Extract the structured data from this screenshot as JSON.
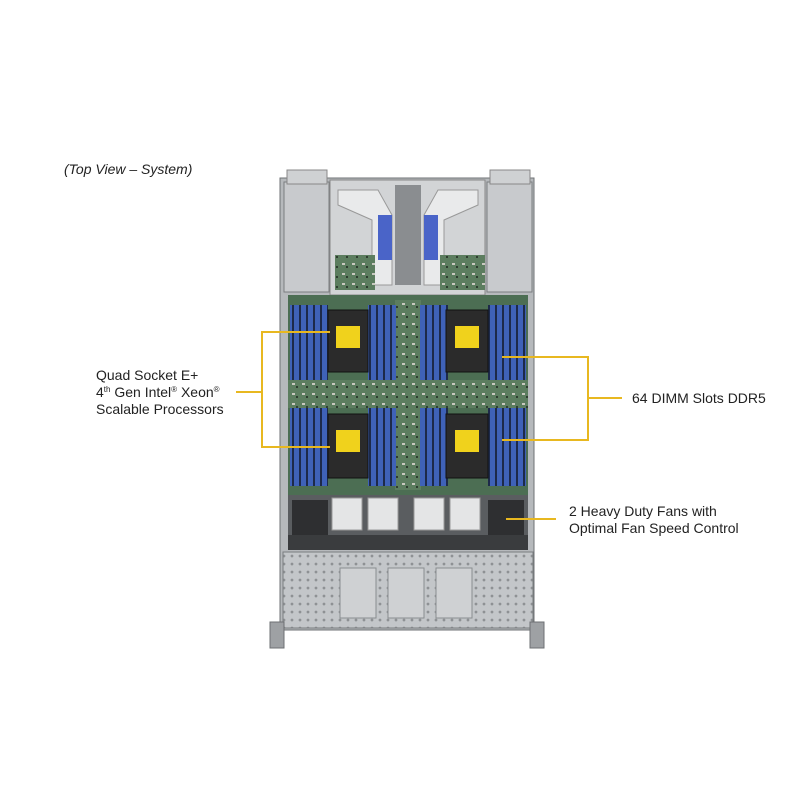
{
  "caption": "(Top View – System)",
  "callouts": {
    "cpu": {
      "line1": "Quad Socket E+",
      "line2_pre": "4",
      "line2_sup1": "th",
      "line2_mid": " Gen Intel",
      "line2_sup2": "®",
      "line2_mid2": " Xeon",
      "line2_sup3": "®",
      "line3": "Scalable Processors"
    },
    "dimm": {
      "text": "64 DIMM Slots DDR5"
    },
    "fans": {
      "line1": "2 Heavy Duty Fans with",
      "line2": "Optimal Fan Speed Control"
    }
  },
  "colors": {
    "callout_line": "#e8b820",
    "chassis": "#b9bcbf",
    "dimm": "#3f5fb4",
    "cpu_heatsink": "#2b2b2b",
    "cpu_label": "#f0d21c",
    "pcb": "#4b7a55"
  }
}
